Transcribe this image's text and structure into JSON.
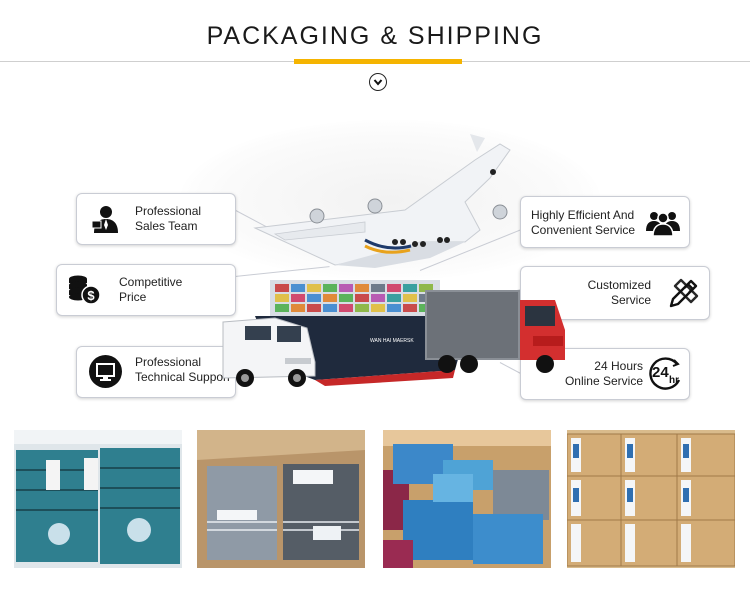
{
  "header": {
    "title": "PACKAGING & SHIPPING",
    "accent_color": "#f5b400",
    "scroll_icon": "chevron-down-circle-icon"
  },
  "features_left": [
    {
      "icon": "sales-person-icon",
      "line1": "Professional",
      "line2": "Sales Team"
    },
    {
      "icon": "coins-dollar-icon",
      "line1": "Competitive",
      "line2": "Price"
    },
    {
      "icon": "monitor-icon",
      "line1": "Professional",
      "line2": "Technical Suppon"
    }
  ],
  "features_right": [
    {
      "icon": "team-group-icon",
      "line1": "Highly Efficient And",
      "line2": "Convenient Service"
    },
    {
      "icon": "pencil-ruler-icon",
      "line1": "Customized",
      "line2": "Service"
    },
    {
      "icon": "24-hour-clock-icon",
      "line1": "24 Hours",
      "line2": "Online Service",
      "badge": "24",
      "badge_sub": "hr"
    }
  ],
  "hero": {
    "ship_name": "WAN HAI MAERSK",
    "vehicles": [
      "airplane",
      "cargo-ship",
      "truck",
      "van"
    ]
  },
  "photos": [
    {
      "name": "packed-shirts-bags-photo"
    },
    {
      "name": "open-carton-shirts-photo"
    },
    {
      "name": "assorted-shirts-carton-photo"
    },
    {
      "name": "stacked-cartons-photo"
    }
  ]
}
